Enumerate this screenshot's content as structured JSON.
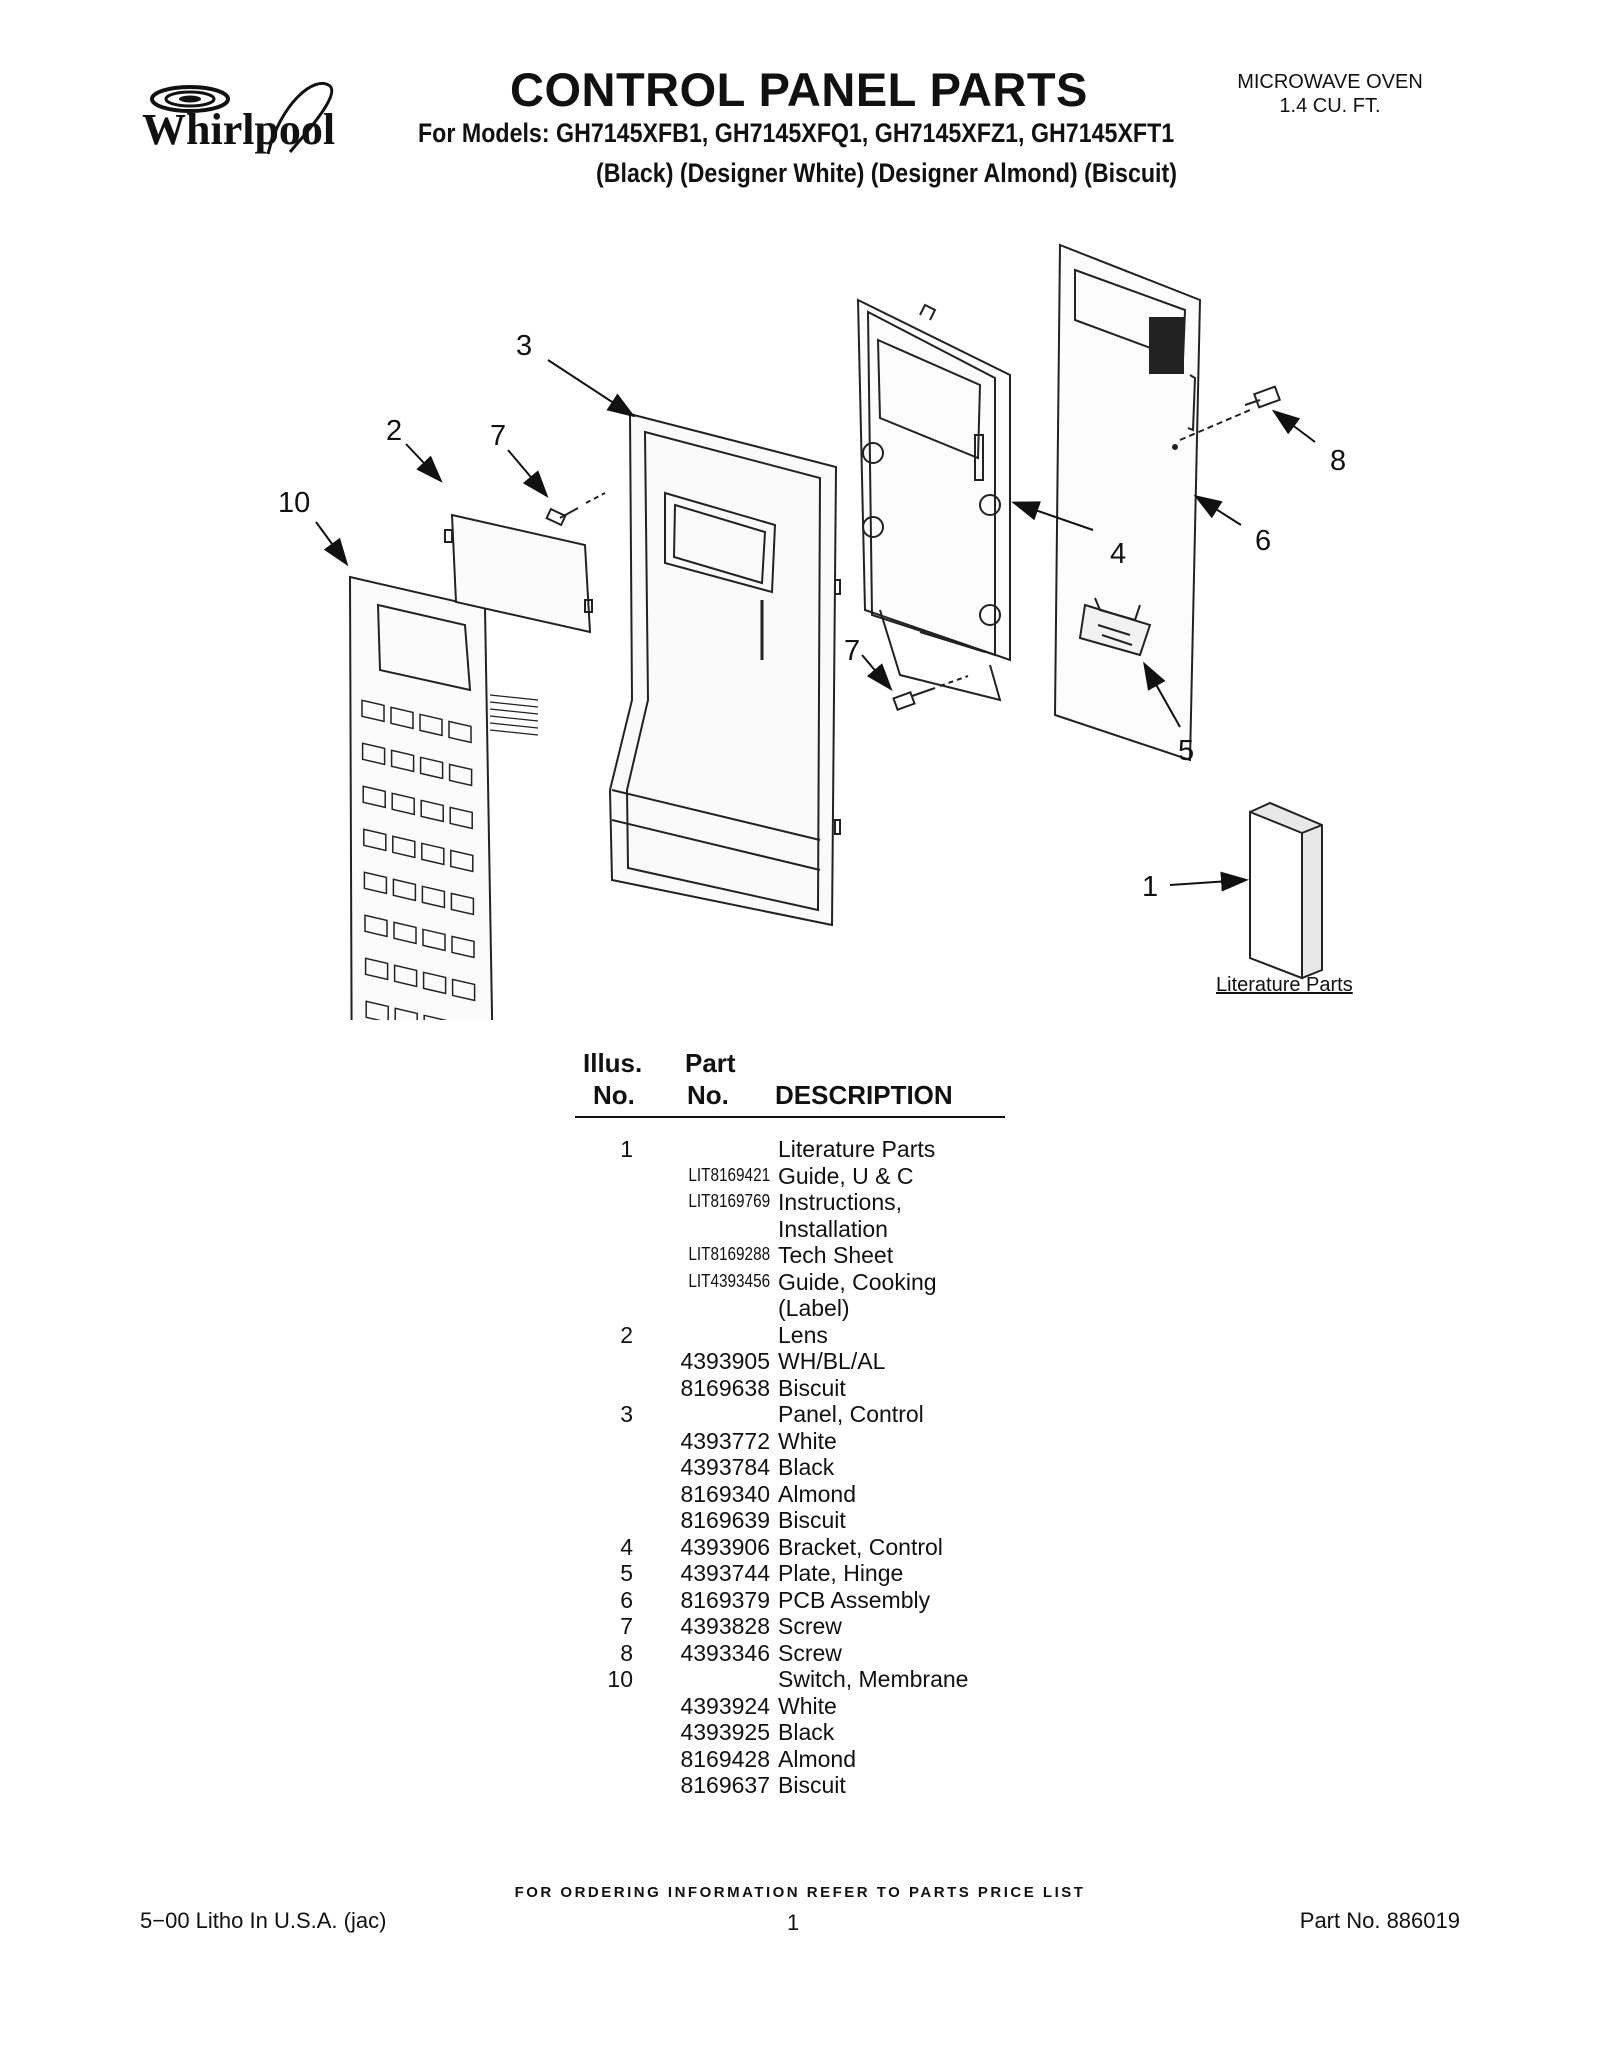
{
  "header": {
    "brand": "Whirlpool",
    "title": "CONTROL PANEL PARTS",
    "models": "For Models: GH7145XFB1, GH7145XFQ1, GH7145XFZ1, GH7145XFT1",
    "colors": "(Black) (Designer White) (Designer Almond) (Biscuit)",
    "product_line1": "MICROWAVE OVEN",
    "product_line2": "1.4 CU. FT."
  },
  "diagram": {
    "callouts": [
      "3",
      "2",
      "7",
      "10",
      "4",
      "6",
      "8",
      "7",
      "5",
      "1"
    ],
    "literature_label": "Literature Parts"
  },
  "parts_table": {
    "headers": {
      "illus_line1": "Illus.",
      "illus_line2": "No.",
      "part_line1": "Part",
      "part_line2": "No.",
      "description": "DESCRIPTION"
    },
    "rows": [
      {
        "no": "1",
        "part": "",
        "desc": "Literature Parts"
      },
      {
        "no": "",
        "part": "LIT8169421",
        "desc": "Guide, U & C"
      },
      {
        "no": "",
        "part": "LIT8169769",
        "desc": "Instructions,"
      },
      {
        "no": "",
        "part": "",
        "desc": "Installation"
      },
      {
        "no": "",
        "part": "LIT8169288",
        "desc": "Tech Sheet"
      },
      {
        "no": "",
        "part": "LIT4393456",
        "desc": "Guide, Cooking"
      },
      {
        "no": "",
        "part": "",
        "desc": "(Label)"
      },
      {
        "no": "2",
        "part": "",
        "desc": "Lens"
      },
      {
        "no": "",
        "part": "4393905",
        "desc": "WH/BL/AL"
      },
      {
        "no": "",
        "part": "8169638",
        "desc": "Biscuit"
      },
      {
        "no": "3",
        "part": "",
        "desc": "Panel, Control"
      },
      {
        "no": "",
        "part": "4393772",
        "desc": "White"
      },
      {
        "no": "",
        "part": "4393784",
        "desc": "Black"
      },
      {
        "no": "",
        "part": "8169340",
        "desc": "Almond"
      },
      {
        "no": "",
        "part": "8169639",
        "desc": "Biscuit"
      },
      {
        "no": "4",
        "part": "4393906",
        "desc": "Bracket, Control"
      },
      {
        "no": "5",
        "part": "4393744",
        "desc": "Plate, Hinge"
      },
      {
        "no": "6",
        "part": "8169379",
        "desc": "PCB Assembly"
      },
      {
        "no": "7",
        "part": "4393828",
        "desc": "Screw"
      },
      {
        "no": "8",
        "part": "4393346",
        "desc": "Screw"
      },
      {
        "no": "10",
        "part": "",
        "desc": "Switch, Membrane"
      },
      {
        "no": "",
        "part": "4393924",
        "desc": "White"
      },
      {
        "no": "",
        "part": "4393925",
        "desc": "Black"
      },
      {
        "no": "",
        "part": "8169428",
        "desc": "Almond"
      },
      {
        "no": "",
        "part": "8169637",
        "desc": "Biscuit"
      }
    ]
  },
  "footer": {
    "ordering": "FOR ORDERING INFORMATION REFER TO PARTS PRICE LIST",
    "left": "5−00 Litho In U.S.A. (jac)",
    "page": "1",
    "part_no": "Part No. 886019"
  }
}
